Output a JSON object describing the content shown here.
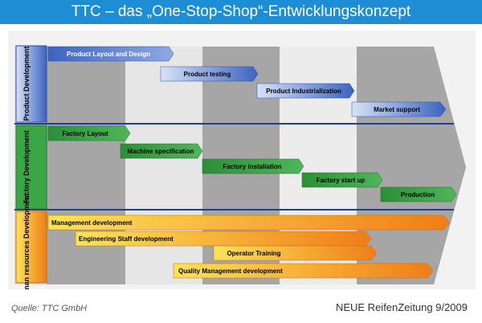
{
  "header": {
    "title": "TTC – das „One-Stop-Shop“-Entwicklungskonzept"
  },
  "bands": [
    {
      "label": "Product Development",
      "color": "#4a6fc8",
      "arrows": [
        "Product Layout and Design",
        "Product testing",
        "Product Industrialization",
        "Market support"
      ]
    },
    {
      "label": "Factory Development",
      "color": "#2e9a3c",
      "arrows": [
        "Factory Layout",
        "Machine specification",
        "Factory installation",
        "Factory start up",
        "Production"
      ]
    },
    {
      "label": "Human resources Development",
      "color": "#f08a1a",
      "arrows": [
        "Management development",
        "Engineering Staff development",
        "Operator Training",
        "Quality Management development"
      ]
    }
  ],
  "footer": {
    "source": "Quelle: TTC GmbH",
    "publisher": "NEUE ReifenZeitung 9/2009"
  }
}
